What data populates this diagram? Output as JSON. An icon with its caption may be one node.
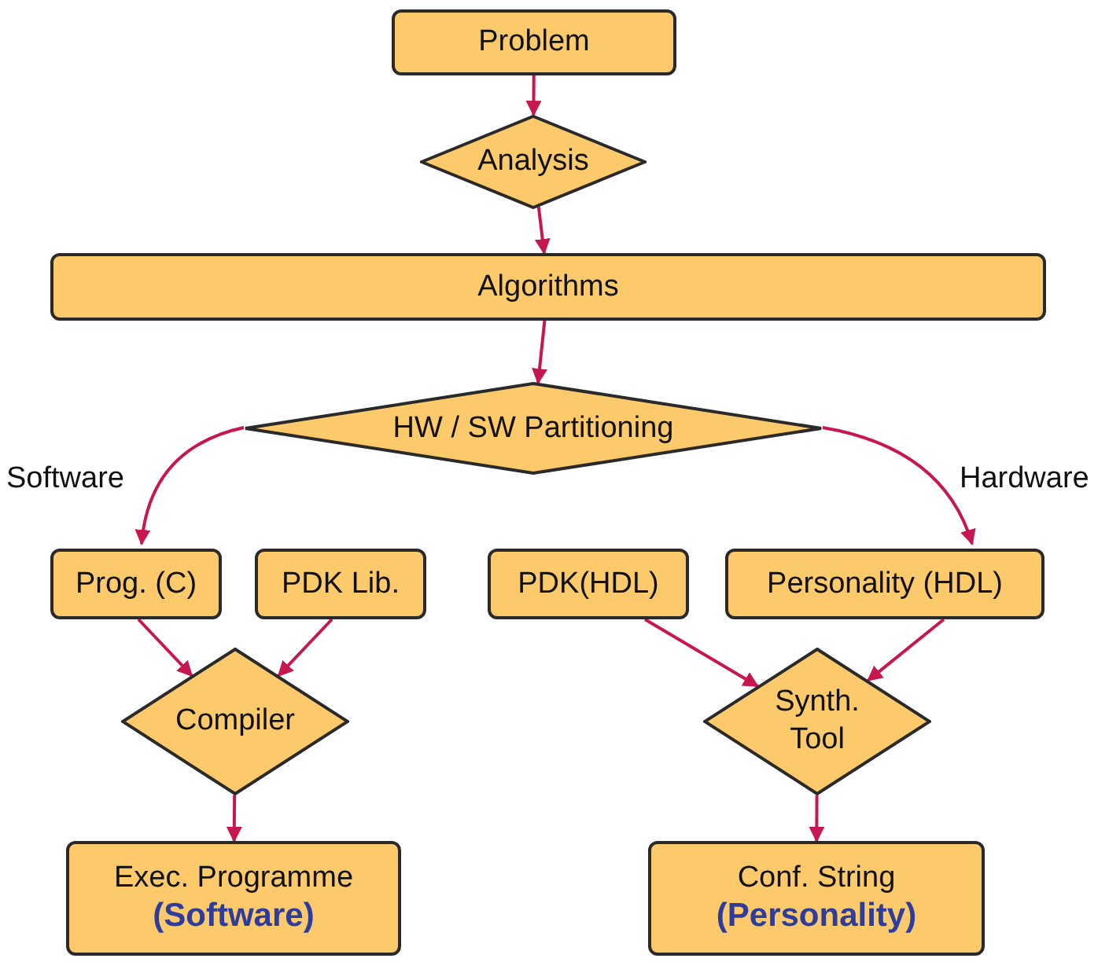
{
  "diagram": {
    "nodes": [
      {
        "text": [
          "Problem"
        ]
      },
      {
        "text": [
          "Analysis"
        ]
      },
      {
        "text": [
          "Algorithms"
        ]
      },
      {
        "text": [
          "HW / SW Partitioning"
        ]
      },
      {
        "text": [
          "Prog. (C)"
        ]
      },
      {
        "text": [
          "PDK Lib."
        ]
      },
      {
        "text": [
          "PDK(HDL)"
        ]
      },
      {
        "text": [
          "Personality (HDL)"
        ]
      },
      {
        "text": [
          "Compiler"
        ]
      },
      {
        "text": [
          "Synth. Tool"
        ]
      },
      {
        "text": [
          "Exec. Programme",
          "(Software)"
        ]
      },
      {
        "text": [
          "Conf. String",
          "(Personality)"
        ]
      }
    ],
    "edges": [
      {
        "from": 0,
        "to": 1,
        "arrow": "to"
      },
      {
        "from": 1,
        "to": 2,
        "arrow": "to"
      },
      {
        "from": 2,
        "to": 3,
        "arrow": "to"
      },
      {
        "from": 3,
        "to": 4,
        "arrow": "to",
        "label": "Software"
      },
      {
        "from": 3,
        "to": 7,
        "arrow": "to",
        "label": "Hardware"
      },
      {
        "from": 4,
        "to": 8,
        "arrow": "to"
      },
      {
        "from": 5,
        "to": 8,
        "arrow": "to"
      },
      {
        "from": 6,
        "to": 9,
        "arrow": "to"
      },
      {
        "from": 7,
        "to": 9,
        "arrow": "to"
      },
      {
        "from": 8,
        "to": 10,
        "arrow": "to"
      },
      {
        "from": 9,
        "to": 11,
        "arrow": "to"
      }
    ]
  }
}
